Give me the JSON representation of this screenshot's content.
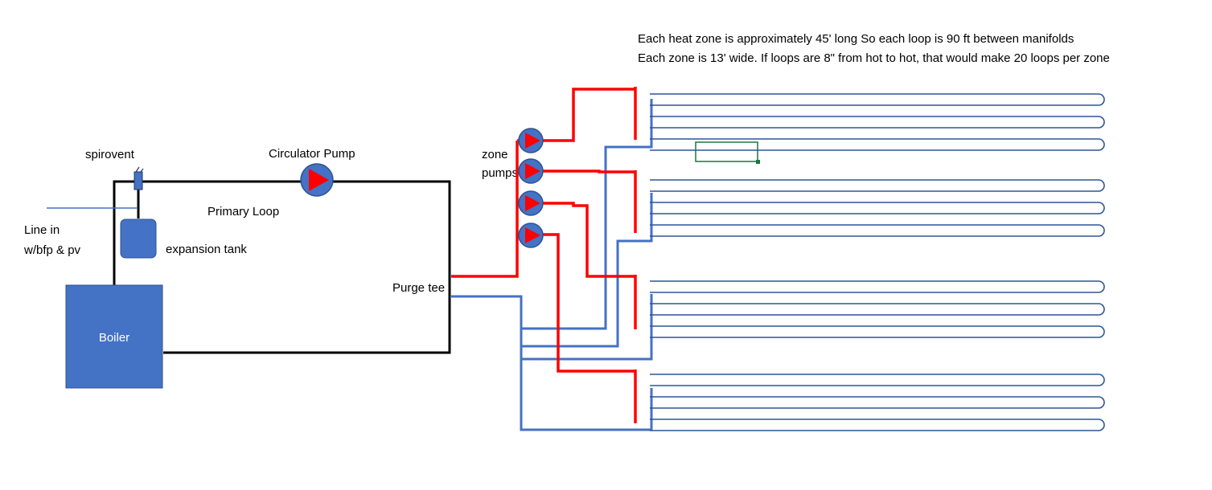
{
  "notes": {
    "line1": "Each heat zone is approximately 45' long So each loop is 90 ft between manifolds",
    "line2": "Each zone is 13' wide. If loops are 8\" from hot to hot, that would make 20 loops per zone"
  },
  "labels": {
    "spirovent": "spirovent",
    "circulator_pump": "Circulator Pump",
    "primary_loop": "Primary Loop",
    "line_in_1": "Line in",
    "line_in_2": "w/bfp & pv",
    "expansion_tank": "expansion tank",
    "boiler": "Boiler",
    "purge_tee": "Purge tee",
    "zone_pumps_1": "zone",
    "zone_pumps_2": "pumps"
  },
  "colors": {
    "supply": "#ff0000",
    "return": "#4472c4",
    "loop": "#2f5597",
    "primary": "#000000",
    "component_fill": "#4472c4",
    "component_stroke": "#2f528f",
    "selection": "#217346"
  },
  "zones": [
    {
      "name": "zone-1"
    },
    {
      "name": "zone-2"
    },
    {
      "name": "zone-3"
    },
    {
      "name": "zone-4"
    }
  ]
}
